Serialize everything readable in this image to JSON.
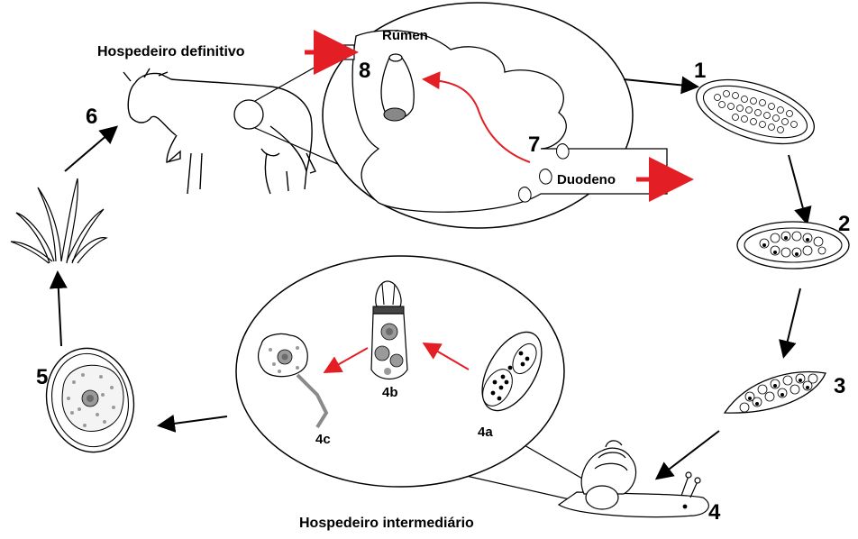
{
  "hosts": {
    "definitive": "Hospedeiro  definitivo",
    "intermediate": "Hospedeiro  intermediário"
  },
  "organs": {
    "rumen": "Rúmen",
    "duodenum": "Duodeno"
  },
  "stages": {
    "s1": "1",
    "s2": "2",
    "s3": "3",
    "s4": "4",
    "s4a": "4a",
    "s4b": "4b",
    "s4c": "4c",
    "s5": "5",
    "s6": "6",
    "s7": "7",
    "s8": "8"
  },
  "colors": {
    "stroke": "#000000",
    "highlight_arrow": "#e31e24",
    "tissue_fill": "#f2f2f2",
    "dot_fill": "#9a9a9a"
  }
}
